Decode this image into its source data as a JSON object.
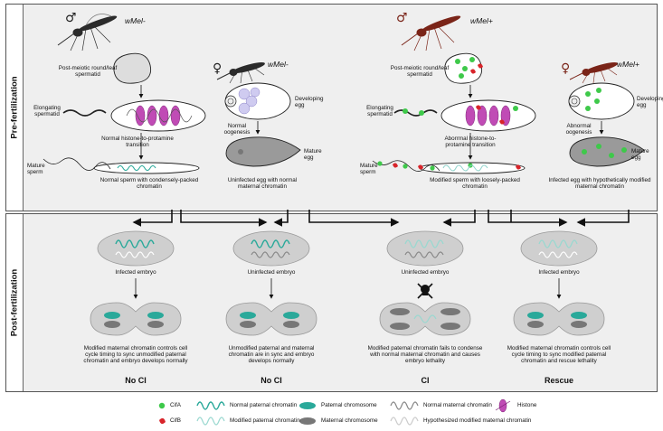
{
  "panels": {
    "pre": "Pre-fertilization",
    "post": "Post-fertilization"
  },
  "pre": {
    "male_minus_strain": "wMel-",
    "female_minus_strain": "wMel-",
    "male_plus_strain": "wMel+",
    "female_plus_strain": "wMel+",
    "spermatid_minus": "Post-meiotic round/leaf spermatid",
    "spermatid_plus": "Post-meiotic round/leaf spermatid",
    "elongating_minus": "Elongating spermatid",
    "elongating_plus": "Elongating spermatid",
    "transition_normal": "Normal histone-to-protamine transition",
    "transition_abnormal": "Aborrmal histone-to-protamine transition",
    "mature_sperm_minus": "Mature sperm",
    "mature_sperm_plus": "Mature sperm",
    "sperm_normal_caption": "Normal sperm with condensely-packed chromatin",
    "sperm_modified_caption": "Modified sperm with loosely-packed chromatin",
    "developing_egg_minus": "Developing egg",
    "developing_egg_plus": "Developing egg",
    "oogenesis_normal": "Normal oogenesis",
    "oogenesis_abnormal": "Abnormal oogenesis",
    "mature_egg_minus": "Mature egg",
    "mature_egg_plus": "Mature egg",
    "egg_uninfected_caption": "Uninfected egg with normal maternal chromatin",
    "egg_infected_caption": "Infected egg with hypothetically modified maternal chromatin"
  },
  "post": {
    "embryo1_label": "Infected embryo",
    "embryo2_label": "Uninfected embryo",
    "embryo3_label": "Uninfected embryo",
    "embryo4_label": "Infected embryo",
    "caption1": "Modified maternal chromatin controls cell cycle timing to sync unmodified paternal chromatin and embryo develops normally",
    "caption2": "Unmodified paternal and maternal chromatin are in sync and embryo develops normally",
    "caption3": "Modified paternal chromatin fails to condense with normal maternal chromatin and causes embryo lethality",
    "caption4": "Modified maternal chromatin controls cell cycle timing to sync modified paternal chromatin and rescue lethality",
    "outcome1": "No CI",
    "outcome2": "No CI",
    "outcome3": "CI",
    "outcome4": "Rescue"
  },
  "legend": {
    "cifa": "CifA",
    "cifb": "CifB",
    "normal_paternal": "Normal paternal chromatin",
    "modified_paternal": "Modified paternal chromatin",
    "paternal_chromosome": "Paternal chromosome",
    "maternal_chromosome": "Maternal chromosome",
    "normal_maternal": "Normal maternal chromatin",
    "hypothesized_maternal": "Hypothesized modified maternal chromatin",
    "histone": "Histone"
  },
  "colors": {
    "teal": "#2aa99a",
    "magenta": "#b52aa6",
    "green": "#3ec94a",
    "red": "#d8242a",
    "grey": "#8a8a8a",
    "panel": "#efefef"
  }
}
